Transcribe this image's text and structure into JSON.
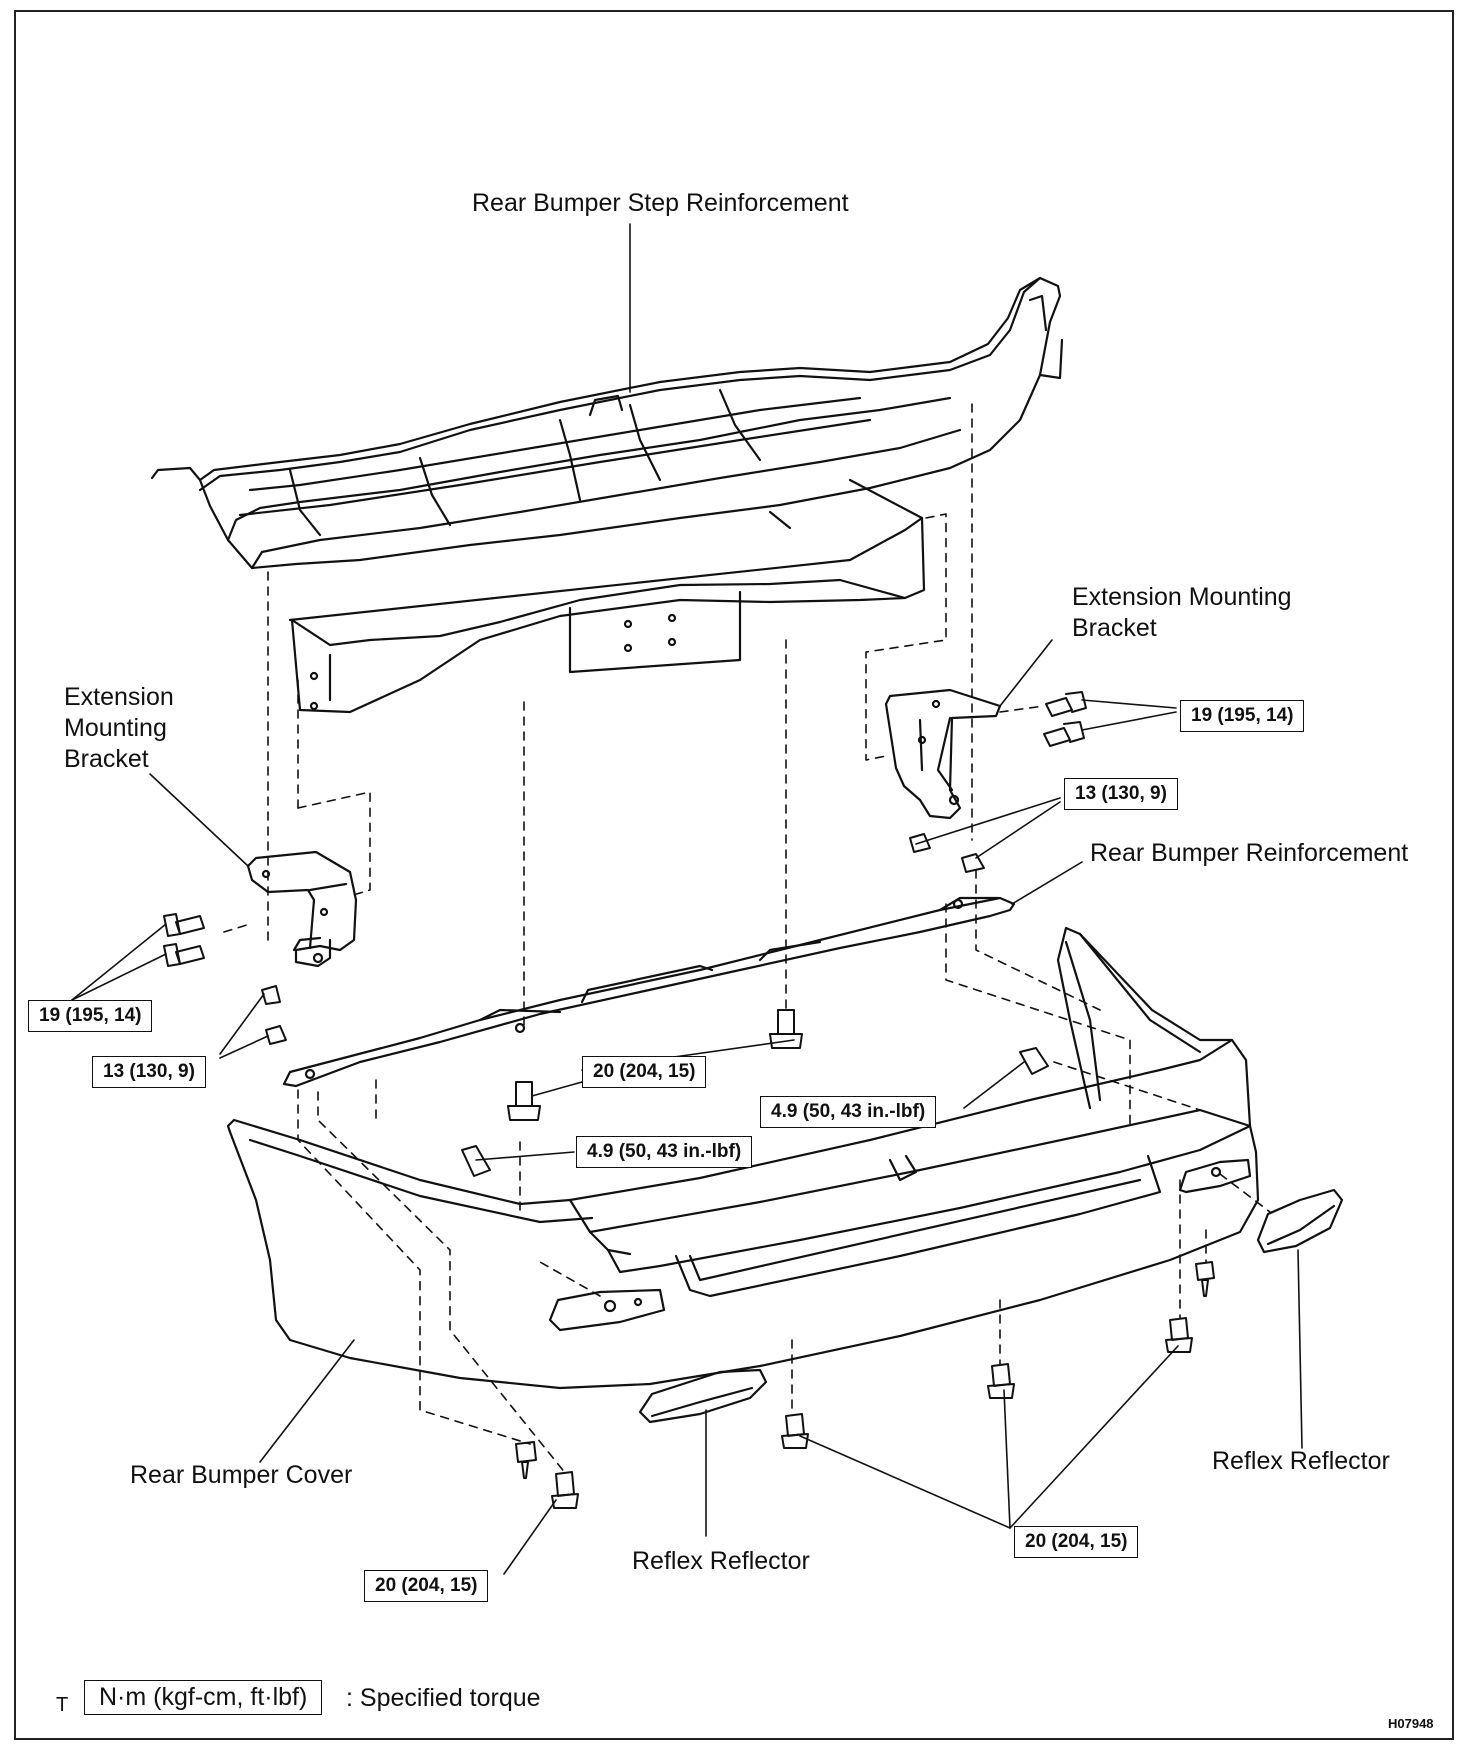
{
  "labels": {
    "step_reinforcement": "Rear Bumper Step Reinforcement",
    "ext_bracket_right_line1": "Extension Mounting",
    "ext_bracket_right_line2": "Bracket",
    "ext_bracket_left_line1": "Extension",
    "ext_bracket_left_line2": "Mounting",
    "ext_bracket_left_line3": "Bracket",
    "rear_reinforcement": "Rear Bumper Reinforcement",
    "bumper_cover": "Rear Bumper Cover",
    "reflex_left": "Reflex Reflector",
    "reflex_right": "Reflex Reflector"
  },
  "torques": {
    "t_right_bolts": "19 (195, 14)",
    "t_right_nuts": "13 (130, 9)",
    "t_left_bolts": "19 (195, 14)",
    "t_left_nuts": "13 (130, 9)",
    "t_center_bolts": "20 (204, 15)",
    "t_right_clip": "4.9 (50, 43 in.-lbf)",
    "t_left_clip": "4.9 (50, 43 in.-lbf)",
    "t_bottom_right": "20 (204, 15)",
    "t_bottom_left": "20 (204, 15)"
  },
  "legend": {
    "marker": "T",
    "unit_box": "N·m (kgf-cm, ft·lbf)",
    "text": ": Specified torque"
  },
  "figure_code": "H07948"
}
